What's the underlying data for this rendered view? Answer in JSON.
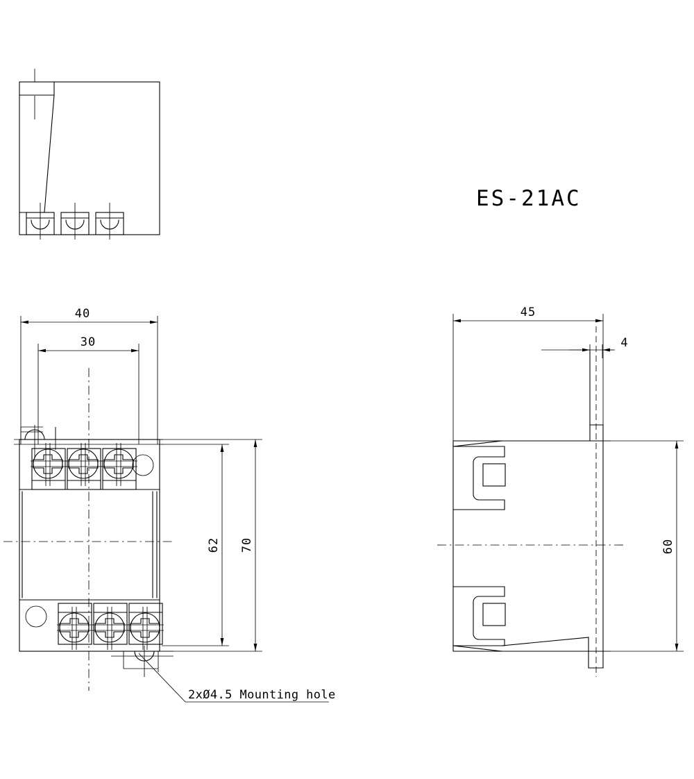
{
  "drawing": {
    "title": "ES-21AC",
    "background_color": "#ffffff",
    "line_color": "#000000",
    "note": "2xØ4.5 Mounting hole",
    "views": {
      "top": {
        "name": "top view",
        "terminal_count": 3
      },
      "front": {
        "name": "front view",
        "terminal_count_top": 3,
        "terminal_count_bottom": 3,
        "mounting_holes": 2
      },
      "side": {
        "name": "side view",
        "clip_count": 2
      }
    },
    "dimensions": {
      "front_width_overall": "40",
      "front_width_holes": "30",
      "front_height_holes": "62",
      "front_height_overall": "70",
      "side_depth_overall": "45",
      "side_tab_width": "4",
      "side_height_body": "60"
    }
  }
}
